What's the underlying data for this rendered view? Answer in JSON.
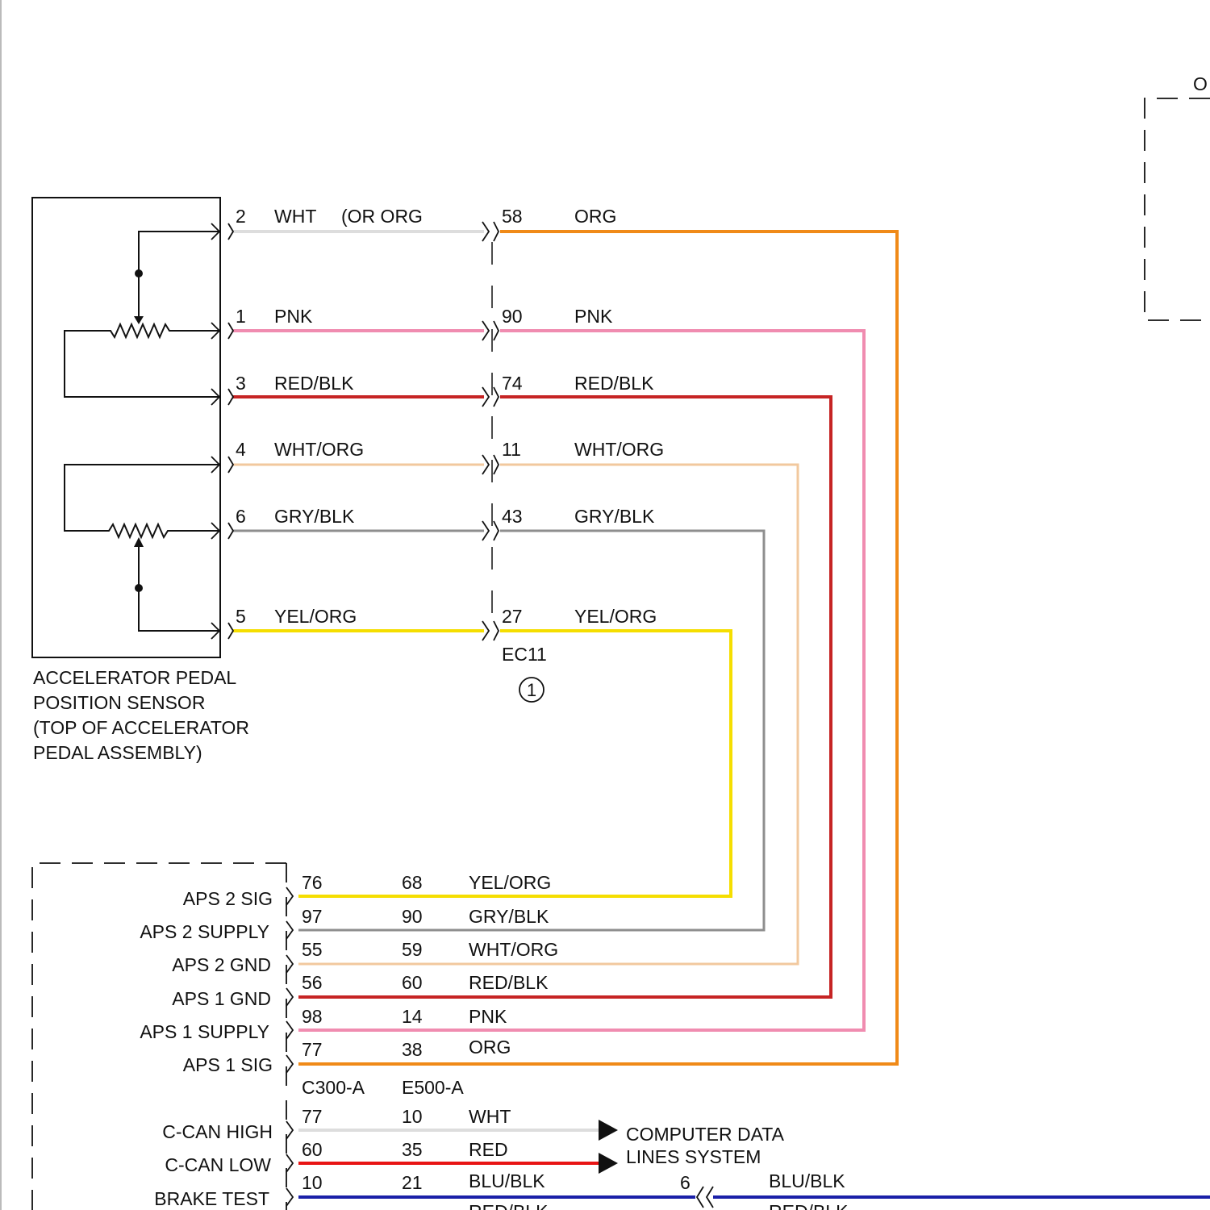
{
  "sensor": {
    "label_lines": [
      "ACCELERATOR PEDAL",
      "POSITION SENSOR",
      "(TOP OF ACCELERATOR",
      "PEDAL ASSEMBLY)"
    ]
  },
  "inline_connector": {
    "name": "EC11",
    "note": "1"
  },
  "colors": {
    "WHT": "#dddddd",
    "ORG": "#f08a18",
    "PNK": "#f08cb0",
    "RED/BLK": "#c62424",
    "WHT/ORG": "#f2c89e",
    "GRY/BLK": "#8e8e8e",
    "YEL/ORG": "#f5de00",
    "RED": "#e81414",
    "BLU/BLK": "#1a20a8"
  },
  "sensor_wires": [
    {
      "pin_a": "2",
      "color_a": "WHT",
      "color_a_note": "(OR ORG",
      "pin_b": "58",
      "color_b": "ORG"
    },
    {
      "pin_a": "1",
      "color_a": "PNK",
      "pin_b": "90",
      "color_b": "PNK"
    },
    {
      "pin_a": "3",
      "color_a": "RED/BLK",
      "pin_b": "74",
      "color_b": "RED/BLK"
    },
    {
      "pin_a": "4",
      "color_a": "WHT/ORG",
      "pin_b": "11",
      "color_b": "WHT/ORG"
    },
    {
      "pin_a": "6",
      "color_a": "GRY/BLK",
      "pin_b": "43",
      "color_b": "GRY/BLK"
    },
    {
      "pin_a": "5",
      "color_a": "YEL/ORG",
      "pin_b": "27",
      "color_b": "YEL/ORG"
    }
  ],
  "module": {
    "connector_a": "C300-A",
    "connector_b": "E500-A",
    "pins": [
      {
        "name": "APS 2 SIG",
        "pin_a": "76",
        "pin_b": "68",
        "color": "YEL/ORG"
      },
      {
        "name": "APS 2 SUPPLY",
        "pin_a": "97",
        "pin_b": "90",
        "color": "GRY/BLK"
      },
      {
        "name": "APS 2 GND",
        "pin_a": "55",
        "pin_b": "59",
        "color": "WHT/ORG"
      },
      {
        "name": "APS 1 GND",
        "pin_a": "56",
        "pin_b": "60",
        "color": "RED/BLK"
      },
      {
        "name": "APS 1 SUPPLY",
        "pin_a": "98",
        "pin_b": "14",
        "color": "PNK"
      },
      {
        "name": "APS 1 SIG",
        "pin_a": "77",
        "pin_b": "38",
        "color": "ORG"
      }
    ],
    "can_pins": [
      {
        "name": "C-CAN HIGH",
        "pin_a": "77",
        "pin_b": "10",
        "color": "WHT"
      },
      {
        "name": "C-CAN LOW",
        "pin_a": "60",
        "pin_b": "35",
        "color": "RED"
      },
      {
        "name": "BRAKE TEST",
        "pin_a": "10",
        "pin_b": "21",
        "color": "BLU/BLK"
      }
    ]
  },
  "data_lines_label": [
    "COMPUTER DATA",
    "LINES SYSTEM"
  ],
  "brake_splice": {
    "pin": "6",
    "color": "BLU/BLK"
  },
  "partial_text": {
    "bottom_row": "RED/BLK",
    "top_right": "O"
  }
}
